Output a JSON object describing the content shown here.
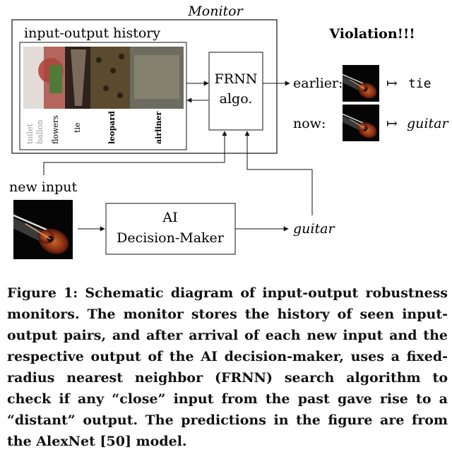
{
  "monitor": {
    "title": "Monitor",
    "history_label": "input-output history",
    "history_items": [
      {
        "label": "toilet ballon",
        "color": "#d8cfc7"
      },
      {
        "label": "flowers",
        "color": "#9b3b3b"
      },
      {
        "label": "tie",
        "color": "#3a2a22"
      },
      {
        "label": "leopard",
        "color": "#6b5a3a"
      },
      {
        "label": "airliner",
        "color": "#6d6a5e"
      }
    ],
    "frnn_line1": "FRNN",
    "frnn_line2": "algo."
  },
  "violation": {
    "title": "Violation!!!",
    "earlier_label": "earlier:",
    "earlier_arrow": "↦",
    "earlier_output": "tie",
    "now_label": "now:",
    "now_arrow": "↦",
    "now_output": "guitar"
  },
  "new_input_label": "new input",
  "ai": {
    "line1": "AI",
    "line2": "Decision-Maker",
    "output": "guitar"
  },
  "caption": "Figure 1: Schematic diagram of input-output robustness monitors. The monitor stores the history of seen input-output pairs, and after arrival of each new input and the respective output of the AI decision-maker, uses a fixed-radius nearest neighbor (FRNN) search algorithm to check if any “close” input from the past gave rise to a “distant” output. The predictions in the figure are from the AlexNet [50] model."
}
